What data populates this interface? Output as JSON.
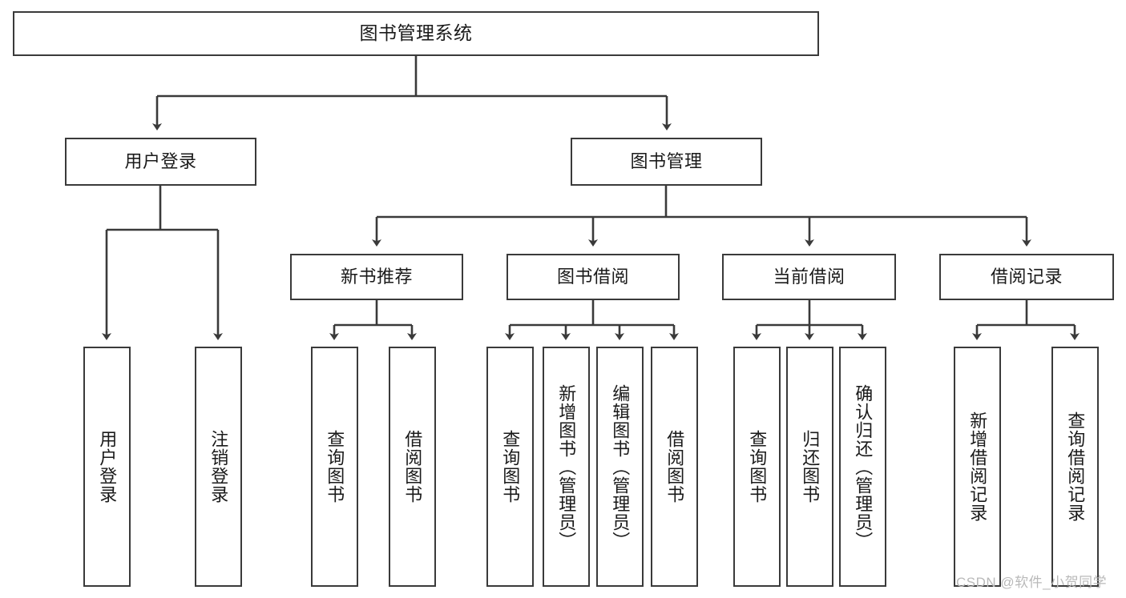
{
  "diagram": {
    "title_box": {
      "label": "图书管理系统"
    },
    "level2": [
      {
        "id": "user-login",
        "label": "用户登录"
      },
      {
        "id": "book-management",
        "label": "图书管理"
      }
    ],
    "level3": [
      {
        "id": "new-book-recommend",
        "label": "新书推荐"
      },
      {
        "id": "book-borrow",
        "label": "图书借阅"
      },
      {
        "id": "current-borrow",
        "label": "当前借阅"
      },
      {
        "id": "borrow-record",
        "label": "借阅记录"
      }
    ],
    "leaves": {
      "user_login": [
        {
          "id": "leaf-user-login",
          "label": "用户登录"
        },
        {
          "id": "leaf-logout-login",
          "label": "注销登录"
        }
      ],
      "new_book_recommend": [
        {
          "id": "leaf-query-book-1",
          "label": "查询图书"
        },
        {
          "id": "leaf-borrow-book-1",
          "label": "借阅图书"
        }
      ],
      "book_borrow": [
        {
          "id": "leaf-query-book-2",
          "label": "查询图书"
        },
        {
          "id": "leaf-add-book",
          "label": "新增图书（管理员）"
        },
        {
          "id": "leaf-edit-book",
          "label": "编辑图书（管理员）"
        },
        {
          "id": "leaf-borrow-book-2",
          "label": "借阅图书"
        }
      ],
      "current_borrow": [
        {
          "id": "leaf-query-book-3",
          "label": "查询图书"
        },
        {
          "id": "leaf-return-book",
          "label": "归还图书"
        },
        {
          "id": "leaf-confirm-return",
          "label": "确认归还（管理员）"
        }
      ],
      "borrow_record": [
        {
          "id": "leaf-add-record",
          "label": "新增借阅记录"
        },
        {
          "id": "leaf-query-record",
          "label": "查询借阅记录"
        }
      ]
    },
    "watermark": "CSDN @软件_小贺同学",
    "colors": {
      "stroke": "#3a3a3a",
      "background": "#ffffff",
      "text": "#1a1a1a",
      "watermark": "#b9b9b9"
    }
  }
}
